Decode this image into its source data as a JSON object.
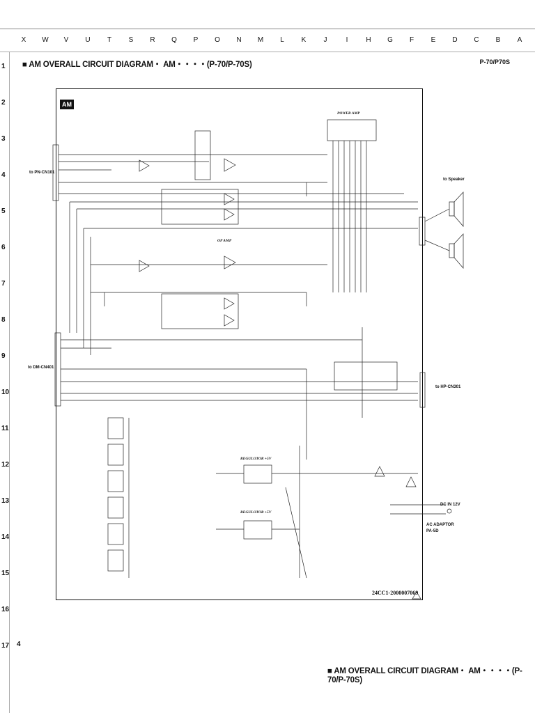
{
  "header": {
    "title": "■ AM OVERALL CIRCUIT DIAGRAM・ AM・・・・(P-70/P-70S)",
    "model": "P-70/P70S"
  },
  "grid": {
    "columns": [
      "X",
      "W",
      "V",
      "U",
      "T",
      "S",
      "R",
      "Q",
      "P",
      "O",
      "N",
      "M",
      "L",
      "K",
      "J",
      "I",
      "H",
      "G",
      "F",
      "E",
      "D",
      "C",
      "B",
      "A"
    ],
    "rows": [
      "1",
      "2",
      "3",
      "4",
      "5",
      "6",
      "7",
      "8",
      "9",
      "10",
      "11",
      "12",
      "13",
      "14",
      "15",
      "16",
      "17"
    ]
  },
  "diagram": {
    "badge": "AM",
    "blocks": {
      "power_amp": "POWER AMP",
      "op_amp": "OP AMP",
      "regulator_1": "REGULOTOR +5V",
      "regulator_2": "REGULOTOR +5V"
    },
    "connectors": {
      "pn": "to PN-CN101",
      "dm": "to DM-CN401",
      "speaker": "to Speaker",
      "hp": "to HP-CN301",
      "dc_in": "DC IN 12V",
      "adaptor_line1": "AC ADAPTOR",
      "adaptor_line2": "PA-5D"
    },
    "doc_id": "24CC1-2000007069"
  },
  "footer": {
    "page_number": "4",
    "title": "■ AM OVERALL CIRCUIT DIAGRAM・ AM・・・・(P-70/P-70S)"
  }
}
